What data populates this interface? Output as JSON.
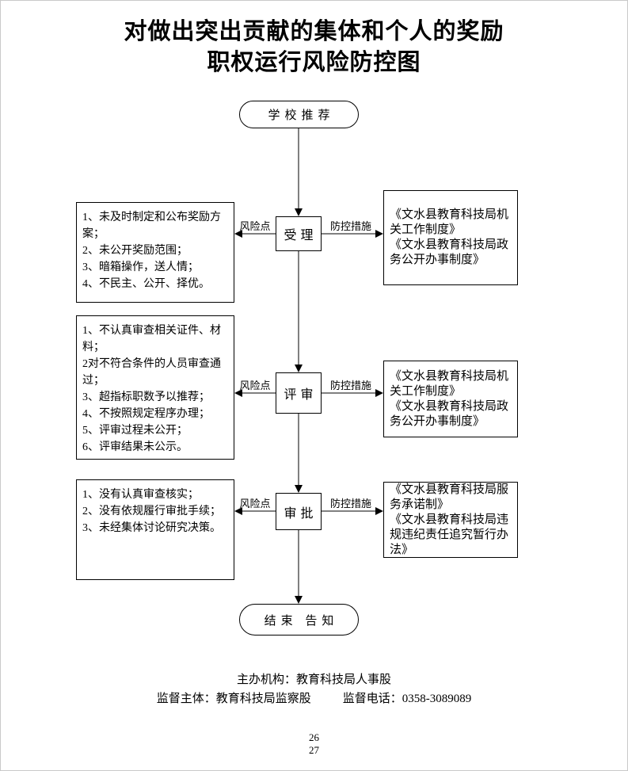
{
  "title": {
    "line1": "对做出突出贡献的集体和个人的奖励",
    "line2": "职权运行风险防控图"
  },
  "flow": {
    "start_label": "学校推荐",
    "end_label": "结束 告知",
    "risk_arrow_label": "风险点",
    "control_arrow_label": "防控措施",
    "steps": [
      {
        "name": "受理",
        "risks": [
          "1、未及时制定和公布奖励方案；",
          "2、未公开奖励范围；",
          "3、暗箱操作，送人情；",
          "4、不民主、公开、择优。"
        ],
        "controls": [
          "《文水县教育科技局机关工作制度》",
          "《文水县教育科技局政务公开办事制度》"
        ]
      },
      {
        "name": "评审",
        "risks": [
          "1、不认真审查相关证件、材料；",
          "2对不符合条件的人员审查通过；",
          "3、超指标职数予以推荐；",
          "4、不按照规定程序办理；",
          "5、评审过程未公开；",
          "6、评审结果未公示。"
        ],
        "controls": [
          "《文水县教育科技局机关工作制度》",
          "《文水县教育科技局政务公开办事制度》"
        ]
      },
      {
        "name": "审批",
        "risks": [
          "1、没有认真审查核实；",
          "2、没有依规履行审批手续；",
          "3、未经集体讨论研究决策。"
        ],
        "controls": [
          "《文水县教育科技局服务承诺制》",
          "《文水县教育科技局违规违纪责任追究暂行办法》"
        ]
      }
    ]
  },
  "footer": {
    "organizer": "主办机构：教育科技局人事股",
    "supervisor": "监督主体：教育科技局监察股",
    "phone": "监督电话：0358-3089089"
  },
  "page_numbers": [
    "26",
    "27"
  ]
}
